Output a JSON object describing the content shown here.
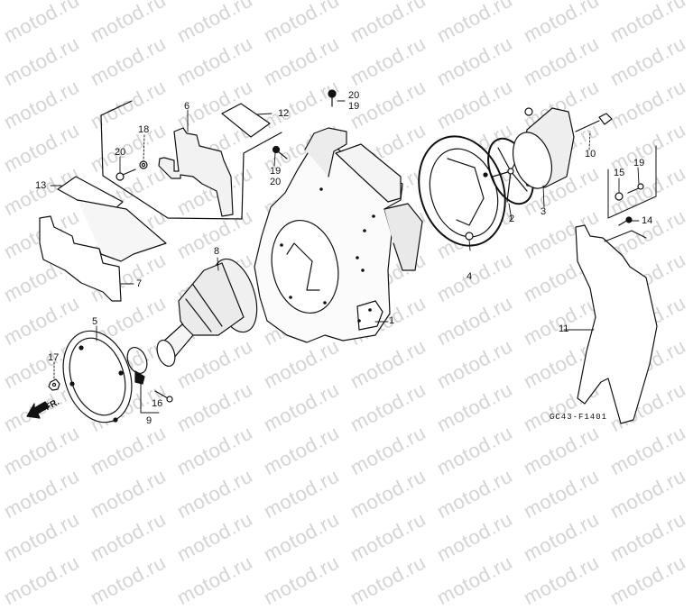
{
  "diagram": {
    "watermark_text": "motod.ru",
    "drawing_code": "GC43-F1401",
    "direction_indicator": "FR.",
    "line_color": "#111111",
    "watermark_color": "#d4d4d4",
    "callouts": [
      {
        "id": "c1",
        "label": "1",
        "part": "fan-cover-shroud"
      },
      {
        "id": "c2",
        "label": "2",
        "part": "filter-element-frame"
      },
      {
        "id": "c3",
        "label": "3",
        "part": "air-cleaner-element"
      },
      {
        "id": "c4",
        "label": "4",
        "part": "air-cleaner-case"
      },
      {
        "id": "c5",
        "label": "5",
        "part": "gasket"
      },
      {
        "id": "c6",
        "label": "6",
        "part": "bracket"
      },
      {
        "id": "c7",
        "label": "7",
        "part": "lower-guard"
      },
      {
        "id": "c8",
        "label": "8",
        "part": "intake-duct"
      },
      {
        "id": "c9",
        "label": "9",
        "part": "hose-clamp-set"
      },
      {
        "id": "c10",
        "label": "10",
        "part": "wing-bolt"
      },
      {
        "id": "c11",
        "label": "11",
        "part": "side-cover"
      },
      {
        "id": "c12",
        "label": "12",
        "part": "label-plate-upper"
      },
      {
        "id": "c13",
        "label": "13",
        "part": "label-plate-lower"
      },
      {
        "id": "c14",
        "label": "14",
        "part": "bolt"
      },
      {
        "id": "c15",
        "label": "15",
        "part": "collar"
      },
      {
        "id": "c16",
        "label": "16",
        "part": "clamp-screw"
      },
      {
        "id": "c17",
        "label": "17",
        "part": "nut"
      },
      {
        "id": "c18",
        "label": "18",
        "part": "washer"
      },
      {
        "id": "c19a",
        "label": "19",
        "part": "flange-bolt"
      },
      {
        "id": "c19b",
        "label": "19",
        "part": "flange-bolt"
      },
      {
        "id": "c19c",
        "label": "19",
        "part": "flange-bolt"
      },
      {
        "id": "c20a",
        "label": "20",
        "part": "flange-bolt"
      },
      {
        "id": "c20b",
        "label": "20",
        "part": "flange-bolt"
      },
      {
        "id": "c20c",
        "label": "20",
        "part": "flange-bolt"
      }
    ]
  }
}
